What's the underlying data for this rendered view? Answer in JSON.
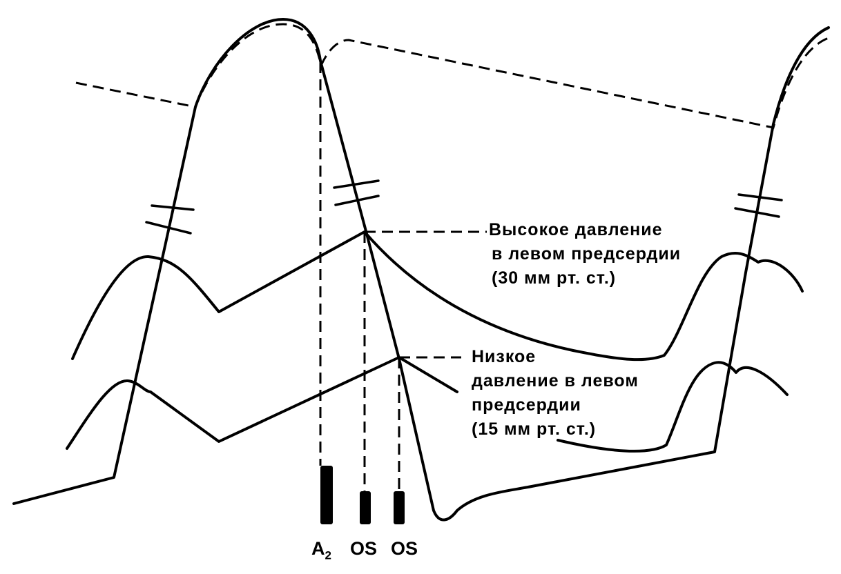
{
  "annotations": {
    "high": {
      "line1": "Высокое давление",
      "line2": "в левом предсердии",
      "line3": "(30 мм рт. ст.)"
    },
    "low": {
      "line1": "Низкое",
      "line2": "давление в левом",
      "line3": "предсердии",
      "line4": "(15 мм рт. ст.)"
    }
  },
  "markers": {
    "a2_letter": "A",
    "a2_subscript": "2",
    "os_high": "OS",
    "os_low": "OS"
  }
}
